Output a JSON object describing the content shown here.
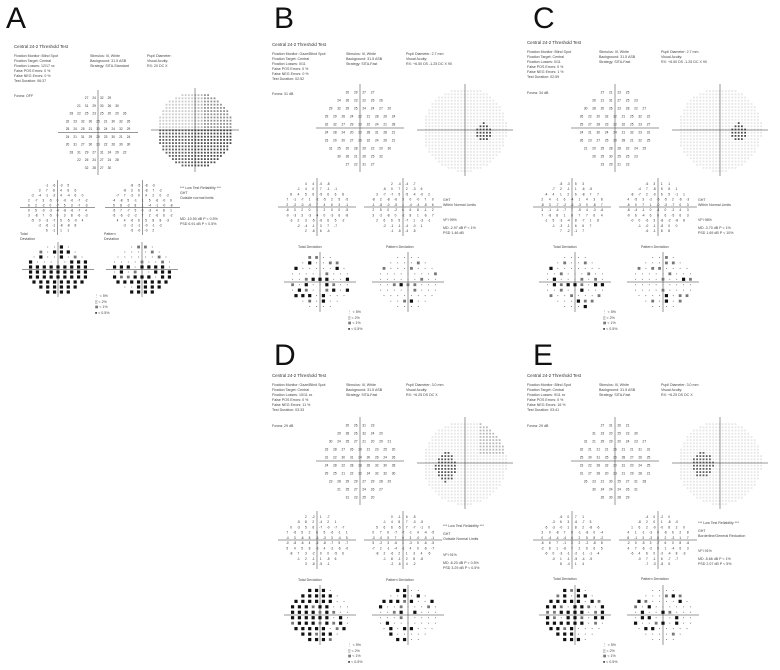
{
  "panels": {
    "A": {
      "letter": "A",
      "title": "Central 24-2 Threshold Test",
      "info_left": [
        "Fixation Monitor: Blind Spot",
        "Fixation Target: Central",
        "Fixation Losses: 12/17 xx",
        "False POS Errors: 0 %",
        "False NEG Errors: 0 %",
        "Test Duration: 06:37"
      ],
      "info_mid": [
        "Stimulus: III, White",
        "Background: 31.5 ASB",
        "Strategy: SITA-Standard"
      ],
      "info_right": [
        "Pupil Diameter:",
        "Visual Acuity:",
        "RX: 20  DC X"
      ],
      "fovea": "Fovea: OFF",
      "ght": [
        "*** Low Test Reliability ***",
        "GHT",
        "Outside normal limits"
      ],
      "indices": [
        "MD  -10.50 dB P < 0.5%",
        "PSD   6.91 dB P < 0.5%"
      ],
      "total_label": [
        "Total",
        "Deviation"
      ],
      "pattern_label": [
        "Pattern",
        "Deviation"
      ],
      "legend": [
        "< 5%",
        "< 2%",
        "< 1%",
        "< 0.5%"
      ]
    },
    "B": {
      "letter": "B",
      "title": "Central 24-2 Threshold Test",
      "info_left": [
        "Fixation Monitor: Gaze/Blind Spot",
        "Fixation Target: Central",
        "Fixation Losses: 0/11",
        "False POS Errors: 0 %",
        "False NEG Errors: 0 %",
        "Test Duration: 02:52"
      ],
      "info_mid": [
        "Stimulus: III, White",
        "Background: 31.5 ASB",
        "Strategy: SITA-Fast"
      ],
      "info_right": [
        "Pupil Diameter: 2.7 mm",
        "Visual Acuity:",
        "RX: +6.50 DS  -1.25 DC X 90"
      ],
      "fovea": "Fovea: 31 dB",
      "ght": [
        "GHT",
        "Within Normal Limits"
      ],
      "indices": [
        "VFI   99%",
        "MD   -2.97 dB P < 1%",
        "PSD   1.46 dB"
      ],
      "total_label": [
        "Total Deviation"
      ],
      "pattern_label": [
        "Pattern Deviation"
      ],
      "legend": [
        "< 5%",
        "< 2%",
        "< 1%",
        "< 0.5%"
      ]
    },
    "C": {
      "letter": "C",
      "title": "Central 24-2 Threshold Test",
      "info_left": [
        "Fixation Monitor: Blind Spot",
        "Fixation Target: Central",
        "Fixation Losses: 0/11",
        "False POS Errors: 0 %",
        "False NEG Errors: 1 %",
        "Test Duration: 02:59"
      ],
      "info_mid": [
        "Stimulus: III, White",
        "Background: 31.5 ASB",
        "Strategy: SITA-Fast"
      ],
      "info_right": [
        "Pupil Diameter: 2.7 mm",
        "Visual Acuity:",
        "RX: +6.50 DS  -1.25 DC X 90"
      ],
      "fovea": "Fovea: 34 dB",
      "ght": [
        "GHT",
        "Within Normal Limits"
      ],
      "indices": [
        "VFI   98%",
        "MD   -3.70 dB P < 1%",
        "PSD   1.69 dB P < 10%"
      ],
      "total_label": [
        "Total Deviation"
      ],
      "pattern_label": [
        "Pattern Deviation"
      ],
      "legend": [
        "< 5%",
        "< 2%",
        "< 1%",
        "< 0.5%"
      ]
    },
    "D": {
      "letter": "D",
      "title": "Central 24-2 Threshold Test",
      "info_left": [
        "Fixation Monitor: Gaze/Blind Spot",
        "Fixation Target: Central",
        "Fixation Losses: 10/11 xx",
        "False POS Errors: 0 %",
        "False NEG Errors: 11 %",
        "Test Duration: 03:33"
      ],
      "info_mid": [
        "Stimulus: III, White",
        "Background: 31.5 ASB",
        "Strategy: SITA-Fast"
      ],
      "info_right": [
        "Pupil Diameter: 3.0 mm",
        "Visual Acuity:",
        "RX: +6.25 DS  DC X"
      ],
      "fovea": "Fovea: 29 dB",
      "ght": [
        "*** Low Test Reliability ***",
        "GHT",
        "Outside Normal Limits"
      ],
      "indices": [
        "VFI   91%",
        "MD   -6.20 dB P < 0.5%",
        "PSD   3.29 dB P < 0.5%"
      ],
      "total_label": [
        "Total Deviation"
      ],
      "pattern_label": [
        "Pattern Deviation"
      ],
      "legend": [
        "< 5%",
        "< 2%",
        "< 1%",
        "< 0.5%"
      ]
    },
    "E": {
      "letter": "E",
      "title": "Central 24-2 Threshold Test",
      "info_left": [
        "Fixation Monitor: Blind Spot",
        "Fixation Target: Central",
        "Fixation Losses: 9/11 xx",
        "False POS Errors: 0 %",
        "False NEG Errors: 16 %",
        "Test Duration: 03:41"
      ],
      "info_mid": [
        "Stimulus: III, White",
        "Background: 31.5 ASB",
        "Strategy: SITA-Fast"
      ],
      "info_right": [
        "Pupil Diameter: 3.0 mm",
        "Visual Acuity:",
        "RX: +6.25 DS  DC X"
      ],
      "fovea": "Fovea: 29 dB",
      "ght": [
        "*** Low Test Reliability ***",
        "GHT",
        "Borderline/General Reduction"
      ],
      "indices": [
        "VFI   91%",
        "MD   -5.66 dB P < 1%",
        "PSD   2.07 dB P < 5%"
      ],
      "total_label": [
        "Total Deviation"
      ],
      "pattern_label": [
        "Pattern Deviation"
      ],
      "legend": [
        "< 5%",
        "< 2%",
        "< 1%",
        "< 0.5%"
      ]
    }
  }
}
